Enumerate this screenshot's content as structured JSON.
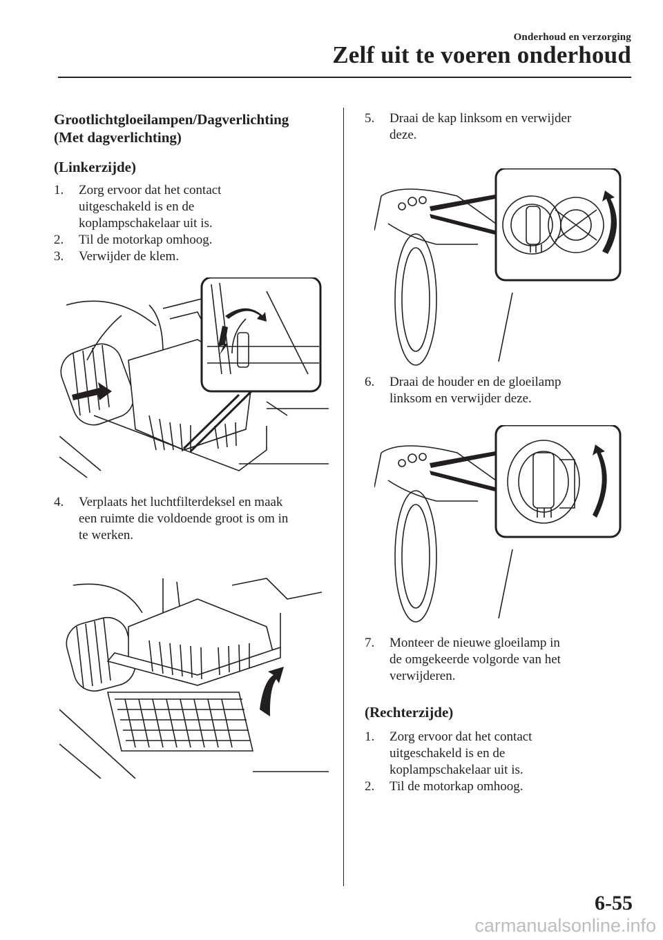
{
  "header": {
    "subtitle": "Onderhoud en verzorging",
    "title": "Zelf uit te voeren onderhoud"
  },
  "left": {
    "section_title_1": "Grootlichtgloeilampen/Dagverlichting",
    "section_title_2": "(Met dagverlichting)",
    "subsection": "(Linkerzijde)",
    "steps": [
      {
        "num": "1.",
        "lines": [
          "Zorg ervoor dat het contact",
          "uitgeschakeld is en de",
          "koplampschakelaar uit is."
        ]
      },
      {
        "num": "2.",
        "lines": [
          "Til de motorkap omhoog."
        ]
      },
      {
        "num": "3.",
        "lines": [
          "Verwijder de klem."
        ]
      },
      {
        "num": "4.",
        "lines": [
          "Verplaats het luchtfilterdeksel en maak",
          "een ruimte die voldoende groot is om in",
          "te werken."
        ]
      }
    ]
  },
  "right": {
    "steps": [
      {
        "num": "5.",
        "lines": [
          "Draai de kap linksom en verwijder",
          "deze."
        ]
      },
      {
        "num": "6.",
        "lines": [
          "Draai de houder en de gloeilamp",
          "linksom en verwijder deze."
        ]
      },
      {
        "num": "7.",
        "lines": [
          "Monteer de nieuwe gloeilamp in",
          "de omgekeerde volgorde van het",
          "verwijderen."
        ]
      }
    ],
    "subsection": "(Rechterzijde)",
    "steps_b": [
      {
        "num": "1.",
        "lines": [
          "Zorg ervoor dat het contact",
          "uitgeschakeld is en de",
          "koplampschakelaar uit is."
        ]
      },
      {
        "num": "2.",
        "lines": [
          "Til de motorkap omhoog."
        ]
      }
    ]
  },
  "footer": {
    "page_number": "6-55",
    "url": "carmanualsonline.info"
  }
}
